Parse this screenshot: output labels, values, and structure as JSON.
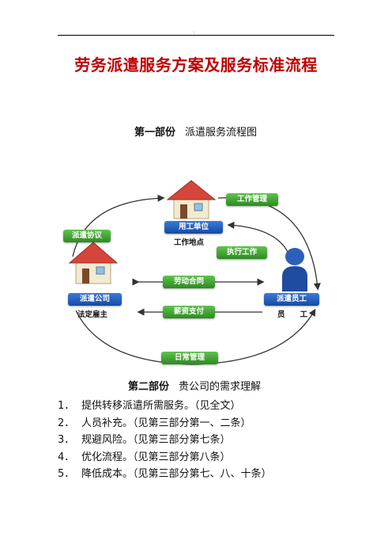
{
  "header": {
    "dot": "."
  },
  "title": "劳务派遣服务方案及服务标准流程",
  "section1": {
    "label": "第一部份",
    "text": "派遣服务流程图"
  },
  "diagram": {
    "employer_box": "用工单位",
    "employer_sub": "工作地点",
    "agency_box": "派遣公司",
    "agency_sub": "法定雇主",
    "employee_box": "派遣员工",
    "employee_sub": "员　　工",
    "arrows": {
      "dispatch_agreement": "派遣协议",
      "work_management": "工作管理",
      "execute_work": "执行工作",
      "labor_contract": "劳动合同",
      "salary_payment": "薪资支付",
      "daily_management": "日常管理"
    },
    "colors": {
      "blue": "#1e5bbf",
      "green": "#3aa02c",
      "roof": "#d6453a"
    }
  },
  "section2": {
    "label": "第二部份",
    "text": "贵公司的需求理解"
  },
  "items": [
    {
      "num": "1．",
      "text": "提供转移派遣所需服务。（见全文）"
    },
    {
      "num": "2．",
      "text": "人员补充。（见第三部分第一、二条）"
    },
    {
      "num": "3．",
      "text": "规避风险。（见第三部分第七条）"
    },
    {
      "num": "4．",
      "text": "优化流程。（见第三部分第八条）"
    },
    {
      "num": "5．",
      "text": "降低成本。（见第三部分第七、八、十条）"
    }
  ]
}
